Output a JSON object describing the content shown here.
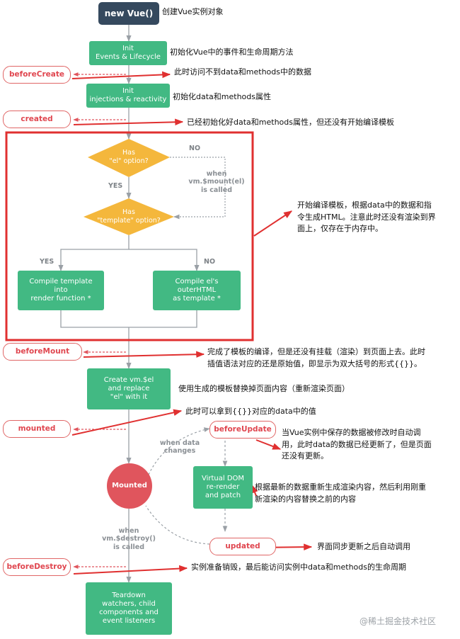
{
  "flow": {
    "new_vue": "new Vue()",
    "init_events": "Init\nEvents & Lifecycle",
    "init_injections": "Init\ninjections & reactivity",
    "has_el": "Has\n\"el\" option?",
    "has_template": "Has\n\"template\" option?",
    "compile_template": "Compile template\ninto\nrender function *",
    "compile_el": "Compile el's\nouterHTML\nas template *",
    "create_el": "Create vm.$el\nand replace\n\"el\" with it",
    "mounted_circle": "Mounted",
    "virtual_dom": "Virtual DOM\nre-render\nand patch",
    "teardown": "Teardown\nwatchers, child\ncomponents and\nevent listeners"
  },
  "labels": {
    "yes_1": "YES",
    "no_1": "NO",
    "when_mount": "when\nvm.$mount(el)\nis called",
    "yes_2": "YES",
    "no_2": "NO",
    "when_data_changes": "when data\nchanges",
    "when_destroy": "when\nvm.$destroy()\nis called"
  },
  "hooks": {
    "before_create": "beforeCreate",
    "created": "created",
    "before_mount": "beforeMount",
    "mounted": "mounted",
    "before_update": "beforeUpdate",
    "updated": "updated",
    "before_destroy": "beforeDestroy"
  },
  "notes": {
    "new_vue": "创建Vue实例对象",
    "init_events": "初始化Vue中的事件和生命周期方法",
    "before_create": "此时访问不到data和methods中的数据",
    "init_injections": "初始化data和methods属性",
    "created": "已经初始化好data和methods属性，但还没有开始编译模板",
    "compile": "开始编译模板，根据data中的数据和指\n令生成HTML。注意此时还没有渲染到界\n面上，仅存在于内存中。",
    "before_mount": "完成了模板的编译，但是还没有挂载（渲染）到页面上去。此时\n插值语法对应的还是原始值，即显示为双大括号的形式{{}}。",
    "create_el": "使用生成的模板替换掉页面内容（重新渲染页面）",
    "mounted": "此时可以拿到{{}}对应的data中的值",
    "before_update": "当Vue实例中保存的数据被修改时自动调\n用，此时data的数据已经更新了，但是页面\n还没有更新。",
    "virtual_dom": "根据最新的数据重新生成渲染内容，然后利用刚重\n新渲染的内容替换之前的内容",
    "updated": "界面同步更新之后自动调用",
    "before_destroy": "实例准备销毁，最后能访问实例中data和methods的生命周期"
  },
  "watermark": "@稀土掘金技术社区",
  "colors": {
    "green": "#42b983",
    "dark": "#35495e",
    "hook_red": "#e0464f",
    "highlight_red": "#e03030",
    "line_gray": "#9aa0a6",
    "diamond_orange": "#f4b73c",
    "mounted_circle": "#e0555d"
  }
}
